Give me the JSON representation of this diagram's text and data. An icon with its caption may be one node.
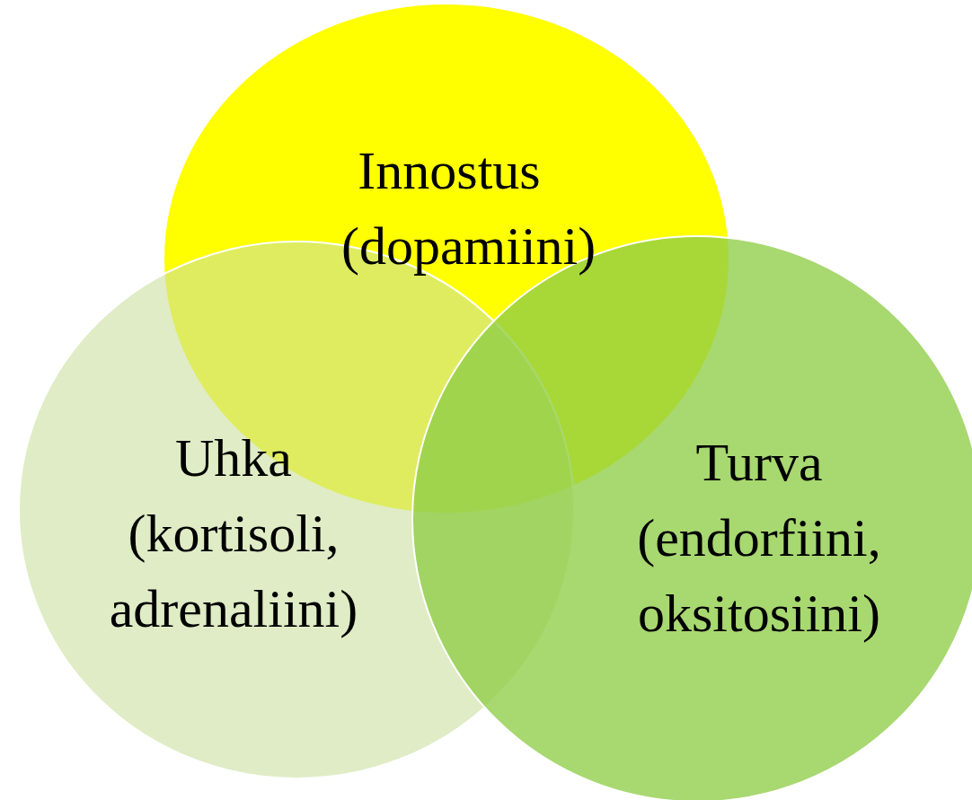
{
  "diagram": {
    "nodes": [
      {
        "text": [
          "Innostus",
          "(dopamiini)"
        ]
      },
      {
        "text": [
          "Uhka",
          "(kortisoli, adrenaliini)"
        ]
      },
      {
        "text": [
          "Turva",
          "(endorfiini, oksitosiini)"
        ]
      }
    ]
  }
}
